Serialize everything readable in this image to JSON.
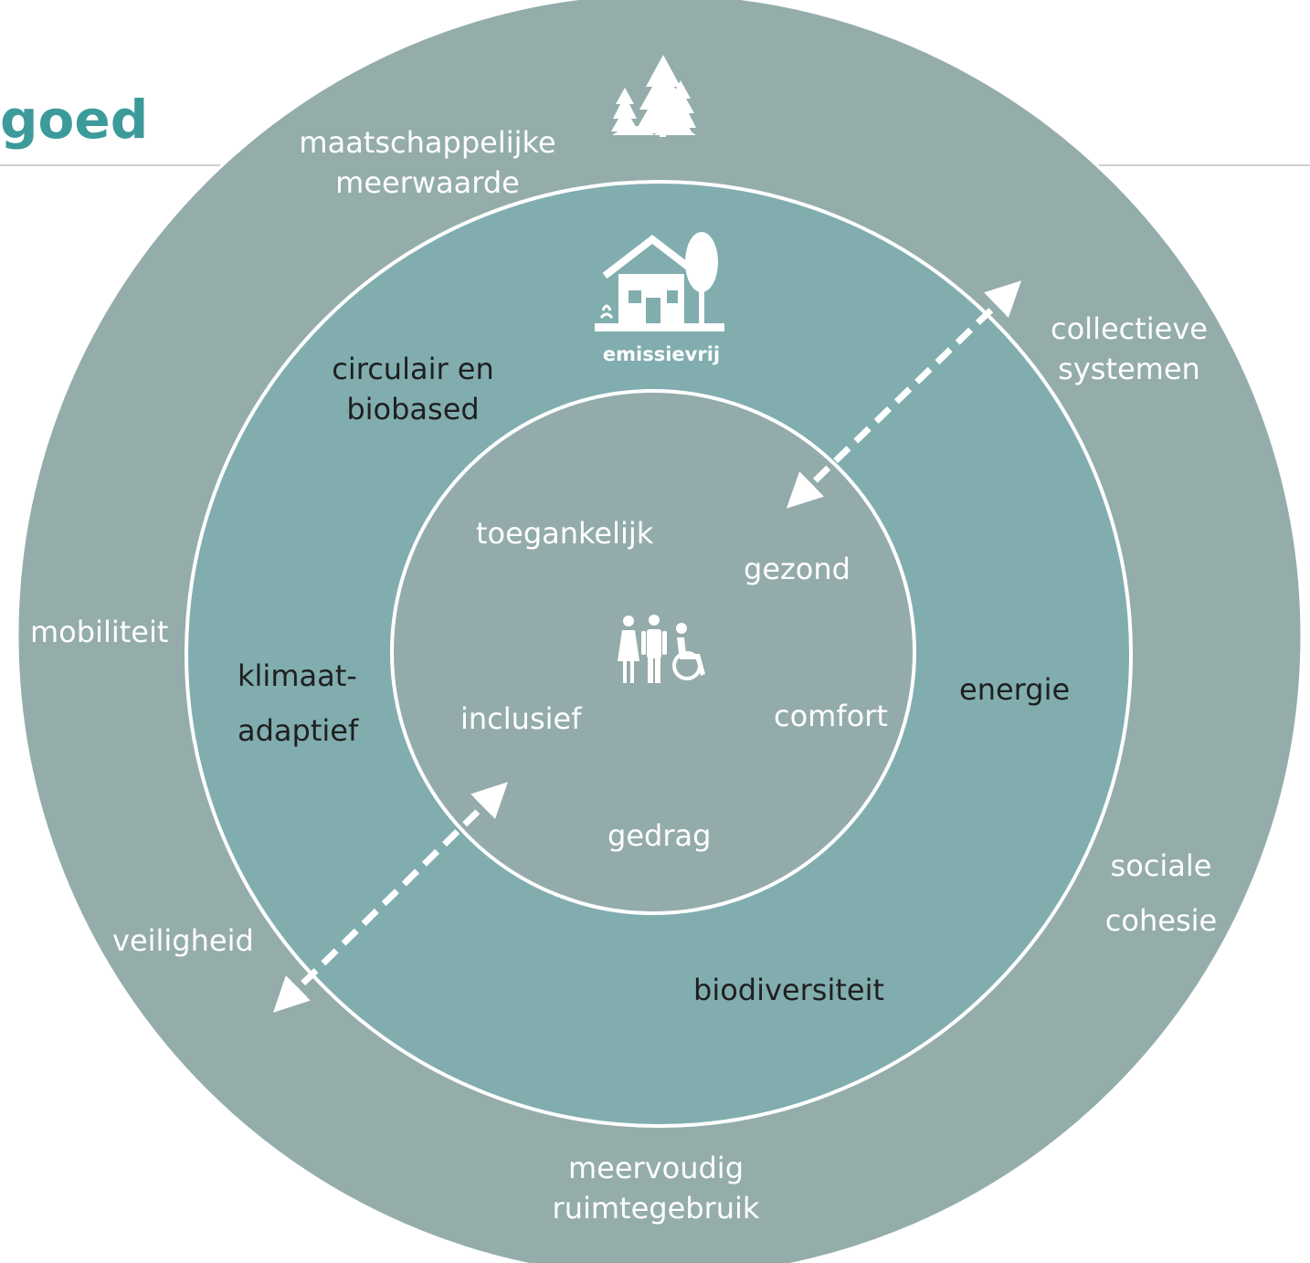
{
  "title": "goed",
  "colors": {
    "outer_ring": "#94adab",
    "middle_ring": "#81adaf",
    "inner_circle": "#94abab",
    "title": "#3c9a9b",
    "stroke": "#ffffff",
    "dark_text": "#1f1f1f"
  },
  "outer_ring": {
    "icon": "trees-icon",
    "labels": {
      "maatschappelijke_meerwaarde": [
        "maatschappelijke",
        "meerwaarde"
      ],
      "collectieve_systemen": [
        "collectieve",
        "systemen"
      ],
      "mobiliteit": "mobiliteit",
      "veiligheid": "veiligheid",
      "sociale_cohesie": [
        "sociale",
        "cohesie"
      ],
      "meervoudig_ruimtegebruik": [
        "meervoudig",
        "ruimtegebruik"
      ]
    }
  },
  "middle_ring": {
    "icon": "house-tree-icon",
    "badge": "emissievrij",
    "labels": {
      "circulair_en_biobased": [
        "circulair en",
        "biobased"
      ],
      "klimaat_adaptief": [
        "klimaat-",
        "adaptief"
      ],
      "energie": "energie",
      "biodiversiteit": "biodiversiteit"
    }
  },
  "inner_circle": {
    "icon": "people-wheelchair-icon",
    "labels": {
      "toegankelijk": "toegankelijk",
      "gezond": "gezond",
      "inclusief": "inclusief",
      "comfort": "comfort",
      "gedrag": "gedrag"
    }
  },
  "arrows": [
    {
      "name": "arrow-outer-to-inner",
      "direction": "bidirectional"
    },
    {
      "name": "arrow-inner-to-outer",
      "direction": "bidirectional"
    }
  ]
}
